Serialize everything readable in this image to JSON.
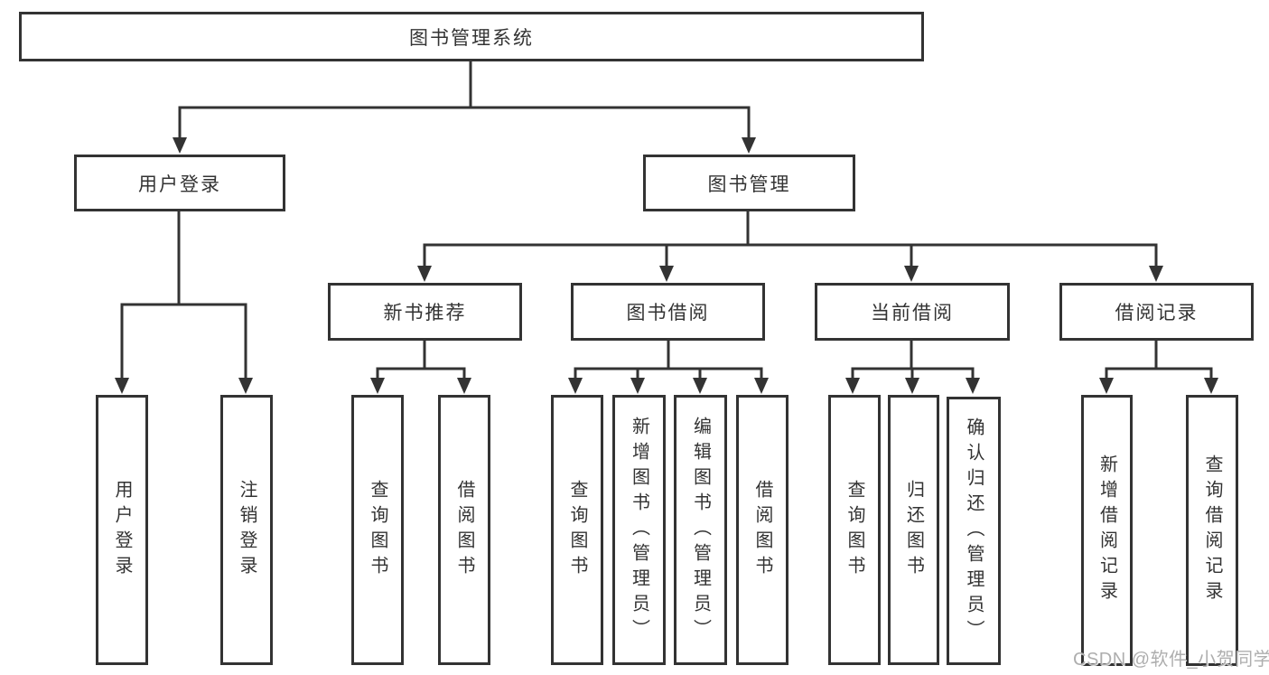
{
  "nodes": {
    "root": "图书管理系统",
    "user_login": "用户登录",
    "book_management": "图书管理",
    "new_book_recommend": "新书推荐",
    "book_borrow": "图书借阅",
    "current_borrow": "当前借阅",
    "borrow_record": "借阅记录",
    "leaf_user_login": "用户登录",
    "leaf_logout_login": "注销登录",
    "leaf_query_book_a": "查询图书",
    "leaf_borrow_book_a": "借阅图书",
    "leaf_query_book_b": "查询图书",
    "leaf_add_book_admin": "新增图书（管理员）",
    "leaf_edit_book_admin": "编辑图书（管理员）",
    "leaf_borrow_book_b": "借阅图书",
    "leaf_query_book_c": "查询图书",
    "leaf_return_book": "归还图书",
    "leaf_confirm_return_admin": "确认归还（管理员）",
    "leaf_add_borrow_record": "新增借阅记录",
    "leaf_query_borrow_record": "查询借阅记录"
  },
  "watermark": "CSDN @软件_小贺同学",
  "colors": {
    "line": "#333333",
    "text": "#333333",
    "background": "#ffffff",
    "watermark": "#aeaeae"
  }
}
